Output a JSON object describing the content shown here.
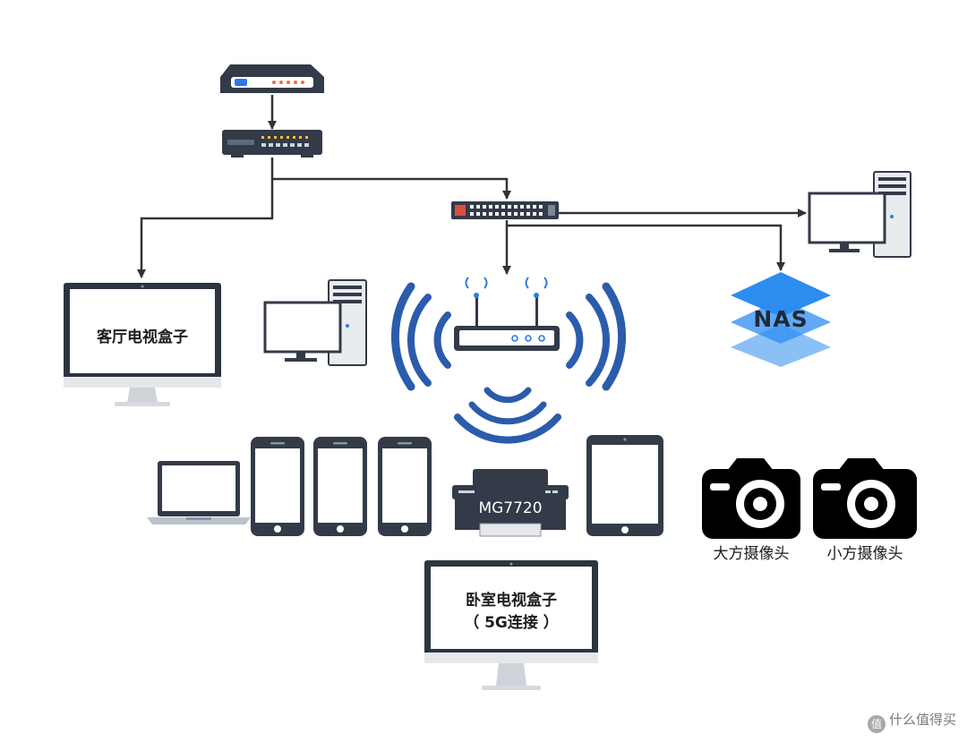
{
  "devices": {
    "living_tv_label": "客厅电视盒子",
    "bedroom_tv_label_line1": "卧室电视盒子",
    "bedroom_tv_label_line2": "（ 5G连接 ）",
    "nas_label": "NAS",
    "printer_label": "MG7720",
    "camera_big_label": "大方摄像头",
    "camera_small_label": "小方摄像头"
  },
  "watermark": {
    "logo_glyph": "值",
    "text": "什么值得买"
  },
  "colors": {
    "device_dark": "#333a48",
    "wifi_blue": "#2b5cab",
    "nas_blue": "#2c8cf0",
    "connector": "#333333",
    "screen_frame": "#2d3340",
    "stand_gray": "#d6d9de"
  }
}
